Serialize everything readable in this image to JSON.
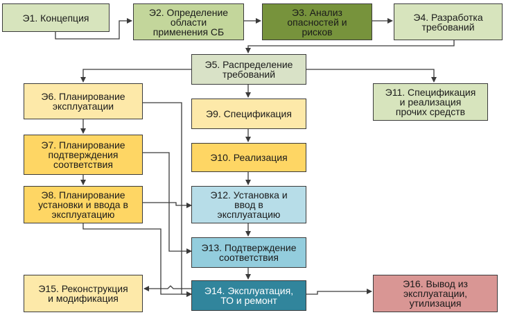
{
  "diagram": {
    "nodes": [
      {
        "id": "e1",
        "label": "Э1. Концепция"
      },
      {
        "id": "e2",
        "label": "Э2. Определение\nобласти\nприменения СБ"
      },
      {
        "id": "e3",
        "label": "Э3. Анализ\nопасностей и\nрисков"
      },
      {
        "id": "e4",
        "label": "Э4. Разработка\nтребований"
      },
      {
        "id": "e5",
        "label": "Э5. Распределение\nтребований"
      },
      {
        "id": "e6",
        "label": "Э6. Планирование\nэксплуатации"
      },
      {
        "id": "e7",
        "label": "Э7. Планирование\nподтверждения\nсоответствия"
      },
      {
        "id": "e8",
        "label": "Э8. Планирование\nустановки и ввода в\nэксплуатацию"
      },
      {
        "id": "e9",
        "label": "Э9. Спецификация"
      },
      {
        "id": "e10",
        "label": "Э10. Реализация"
      },
      {
        "id": "e11",
        "label": "Э11. Спецификация\nи реализация\nпрочих средств"
      },
      {
        "id": "e12",
        "label": "Э12. Установка и\nввод в\nэксплуатацию"
      },
      {
        "id": "e13",
        "label": "Э13. Подтверждение\nсоответствия"
      },
      {
        "id": "e14",
        "label": "Э14. Эксплуатация,\nТО и ремонт"
      },
      {
        "id": "e15",
        "label": "Э15. Реконструкция\nи модификация"
      },
      {
        "id": "e16",
        "label": "Э16. Вывод из\nэксплуатации,\nутилизация"
      }
    ],
    "colors": {
      "light_green": "#d7e4bd",
      "mid_green": "#c3d69b",
      "dark_green": "#77933c",
      "light_yellow": "#fde9a9",
      "yellow": "#fed664",
      "light_blue": "#b7dde8",
      "mid_blue": "#93cddd",
      "teal": "#31859c",
      "rose": "#d99694",
      "line": "#3a3a3a"
    }
  }
}
